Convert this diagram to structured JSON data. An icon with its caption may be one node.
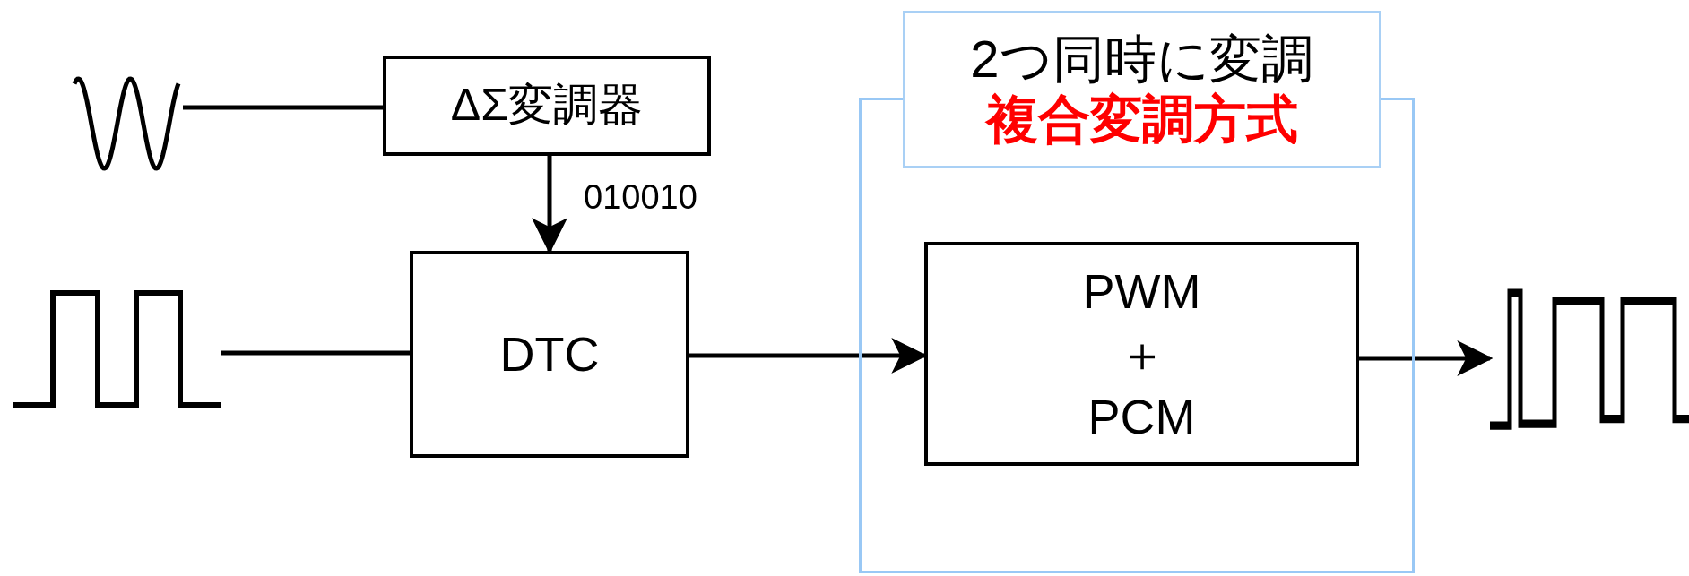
{
  "diagram": {
    "nodes": [
      {
        "text": [],
        "shape": "picture"
      },
      {
        "text": [
          "ΔΣ変調器"
        ]
      },
      {
        "text": [],
        "shape": "picture"
      },
      {
        "text": [
          "DTC"
        ]
      },
      {
        "text": [
          "2つ同時に変調",
          "複合変調方式"
        ]
      },
      {
        "text": [
          "PWM",
          "＋",
          "PCM"
        ],
        "in": 4
      },
      {
        "text": [],
        "shape": "picture"
      }
    ],
    "edges": [
      {
        "from": 0,
        "to": 1,
        "arrow": "none"
      },
      {
        "from": 1,
        "to": 3,
        "arrow": "to",
        "label": "010010"
      },
      {
        "from": 2,
        "to": 3,
        "arrow": "none"
      },
      {
        "from": 3,
        "to": 5,
        "arrow": "to"
      },
      {
        "from": 5,
        "to": 6,
        "arrow": "to"
      }
    ]
  }
}
